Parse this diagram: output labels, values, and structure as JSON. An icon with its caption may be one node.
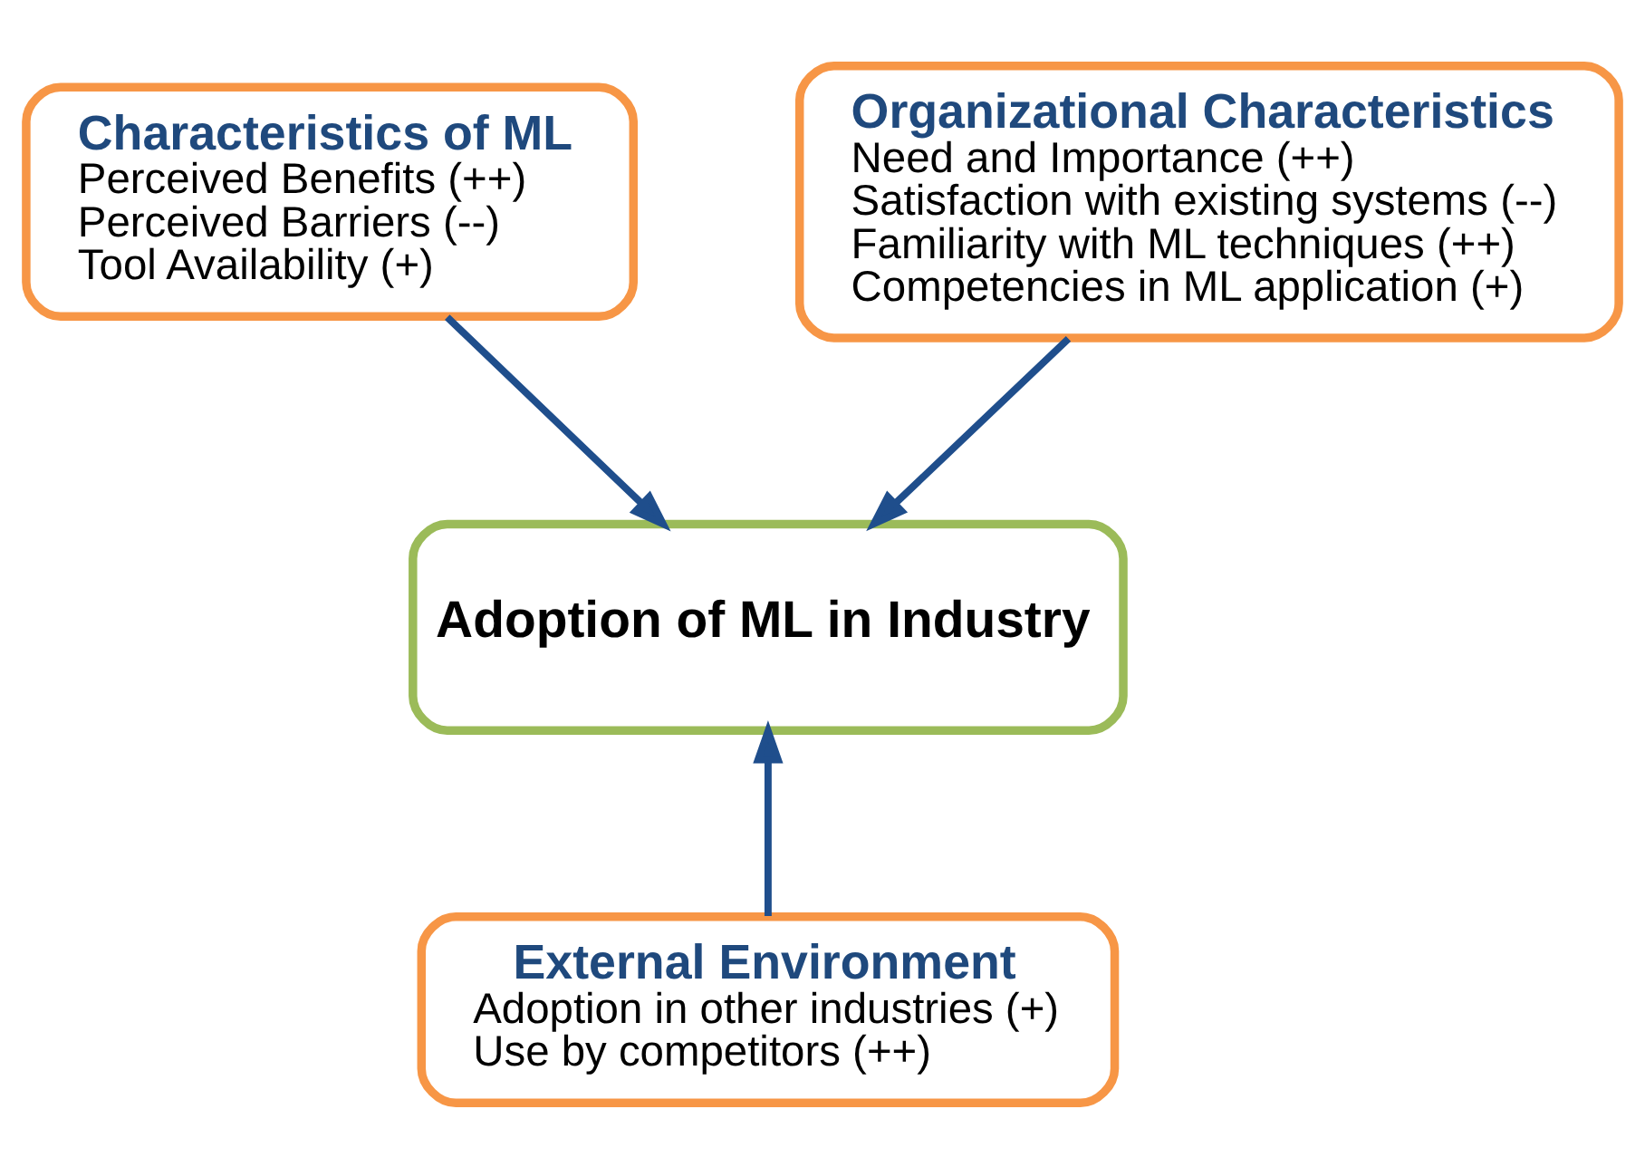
{
  "diagram": {
    "nodes": [
      {
        "text": [
          "Characteristics of ML",
          "Perceived Benefits (++)",
          "Perceived Barriers (--)",
          "Tool Availability (+)"
        ]
      },
      {
        "text": [
          "Organizational Characteristics",
          "Need and Importance (++)",
          "Satisfaction with existing systems (--)",
          "Familiarity with ML techniques (++)",
          "Competencies in ML application (+)"
        ]
      },
      {
        "text": [
          "Adoption of ML in Industry"
        ]
      },
      {
        "text": [
          "External Environment",
          "Adoption in other industries (+)",
          "Use by competitors (++)"
        ]
      }
    ],
    "edges": [
      {
        "from": 0,
        "to": 2,
        "arrow": "to"
      },
      {
        "from": 1,
        "to": 2,
        "arrow": "to"
      },
      {
        "from": 3,
        "to": 2,
        "arrow": "to"
      }
    ]
  }
}
